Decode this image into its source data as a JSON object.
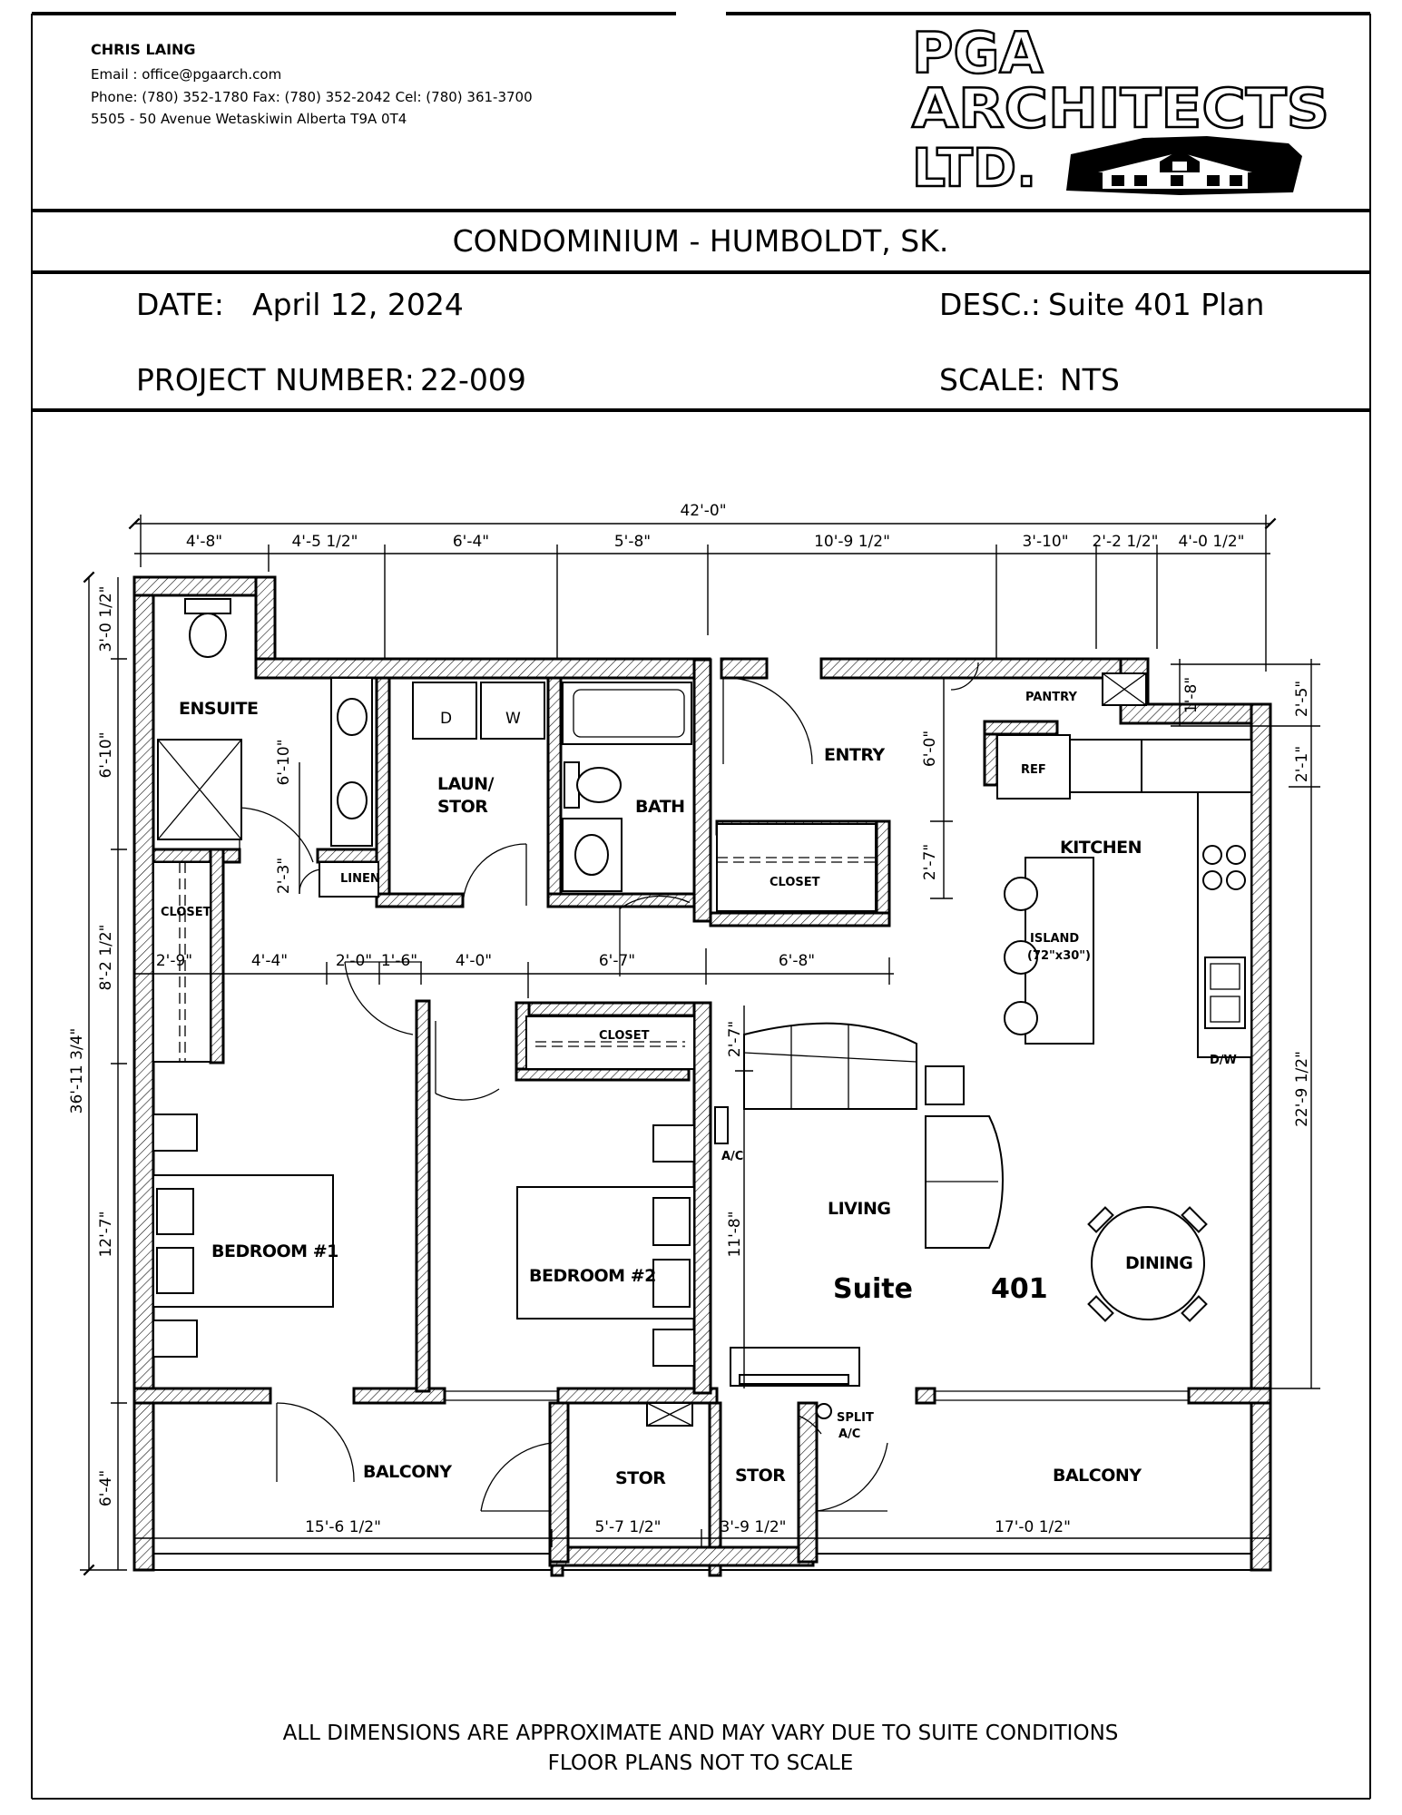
{
  "title_block": {
    "contact_name": "CHRIS LAING",
    "email": "Email : office@pgaarch.com",
    "phone": "Phone: (780) 352-1780 Fax: (780) 352-2042 Cel: (780) 361-3700",
    "address": "5505 - 50 Avenue  Wetaskiwin Alberta  T9A 0T4",
    "logo_line1": "PGA",
    "logo_line2": "ARCHITECTS",
    "logo_line3": "LTD.",
    "project_title": "CONDOMINIUM - HUMBOLDT, SK.",
    "date_label": "DATE:",
    "date_value": "April 12, 2024",
    "desc_label": "DESC.:",
    "desc_value": "Suite  401 Plan",
    "project_number_label": "PROJECT NUMBER:",
    "project_number_value": "22-009",
    "scale_label": "SCALE:",
    "scale_value": "NTS"
  },
  "rooms": {
    "ensuite": "ENSUITE",
    "laundry_line1": "LAUN/",
    "laundry_line2": "STOR",
    "bath": "BATH",
    "entry": "ENTRY",
    "pantry": "PANTRY",
    "kitchen": "KITCHEN",
    "ref": "REF",
    "island_line1": "ISLAND",
    "island_line2": "(72\"x30\")",
    "linen": "LINEN",
    "closet_ensuite": "CLOSET",
    "closet_entry": "CLOSET",
    "closet_bed2": "CLOSET",
    "bedroom1": "BEDROOM #1",
    "bedroom2": "BEDROOM #2",
    "living": "LIVING",
    "dining": "DINING",
    "dw": "D/W",
    "ac": "A/C",
    "split_ac_line1": "SPLIT",
    "split_ac_line2": "A/C",
    "balcony_left": "BALCONY",
    "balcony_right": "BALCONY",
    "stor_left": "STOR",
    "stor_right": "STOR",
    "suite_word": "Suite",
    "suite_number": "401",
    "washer": "W",
    "dryer": "D"
  },
  "dimensions": {
    "overall_width": "42'-0\"",
    "top": [
      "4'-8\"",
      "4'-5 1/2\"",
      "6'-4\"",
      "5'-8\"",
      "10'-9 1/2\"",
      "3'-10\"",
      "2'-2 1/2\"",
      "4'-0 1/2\""
    ],
    "mid": [
      "2'-9\"",
      "4'-4\"",
      "2'-0\"",
      "1'-6\"",
      "4'-0\"",
      "6'-7\"",
      "6'-8\""
    ],
    "left": [
      "3'-0 1/2\"",
      "6'-10\"",
      "8'-2 1/2\"",
      "12'-7\"",
      "6'-4\""
    ],
    "overall_depth": "36'-11 3/4\"",
    "right": [
      "1'-8\"",
      "2'-5\"",
      "2'-1\"",
      "22'-9 1/2\""
    ],
    "ensuite_inner": "6'-10\"",
    "linen_inner": "2'-3\"",
    "entry_depth": "6'-0\"",
    "closet_entry_depth": "2'-7\"",
    "closet_bed2_depth": "2'-7\"",
    "bed2_wall": "11'-8\"",
    "bottom": [
      "15'-6 1/2\"",
      "5'-7 1/2\"",
      "3'-9 1/2\"",
      "17'-0 1/2\""
    ]
  },
  "footer": {
    "line1": "ALL DIMENSIONS ARE APPROXIMATE AND MAY VARY DUE TO SUITE CONDITIONS",
    "line2": "FLOOR PLANS NOT TO SCALE"
  }
}
